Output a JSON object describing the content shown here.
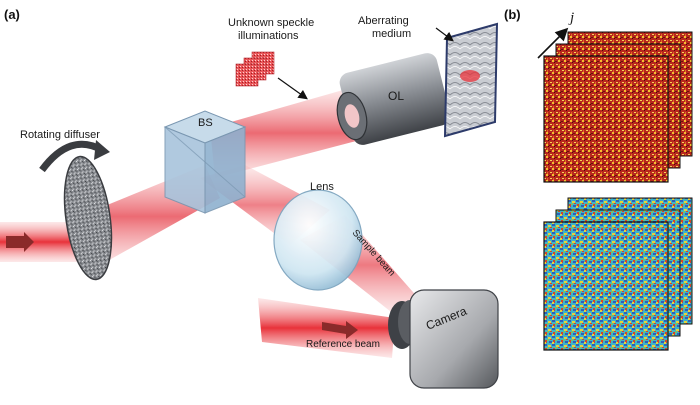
{
  "panel_a_label": "(a)",
  "panel_b_label": "(b)",
  "labels": {
    "rotating_diffuser": "Rotating diffuser",
    "bs": "BS",
    "unknown_speckle_line1": "Unknown speckle",
    "unknown_speckle_line2": "illuminations",
    "aberrating_line1": "Aberrating",
    "aberrating_line2": "medium",
    "ol": "OL",
    "lens": "Lens",
    "sample_beam": "Sample beam",
    "reference_beam": "Reference beam",
    "camera": "Camera",
    "index_j": "j"
  },
  "colors": {
    "beam": "#e8323a",
    "beam_light": "#f6a3a6",
    "speckle_red": "#c0281e",
    "speckle_dark": "#7a1510",
    "speckle_yellow": "#f2c232",
    "phase_blue": "#2f5fb8",
    "phase_cyan": "#3fb3c8",
    "phase_yellow": "#e9d23a",
    "phase_red": "#d2442c"
  }
}
